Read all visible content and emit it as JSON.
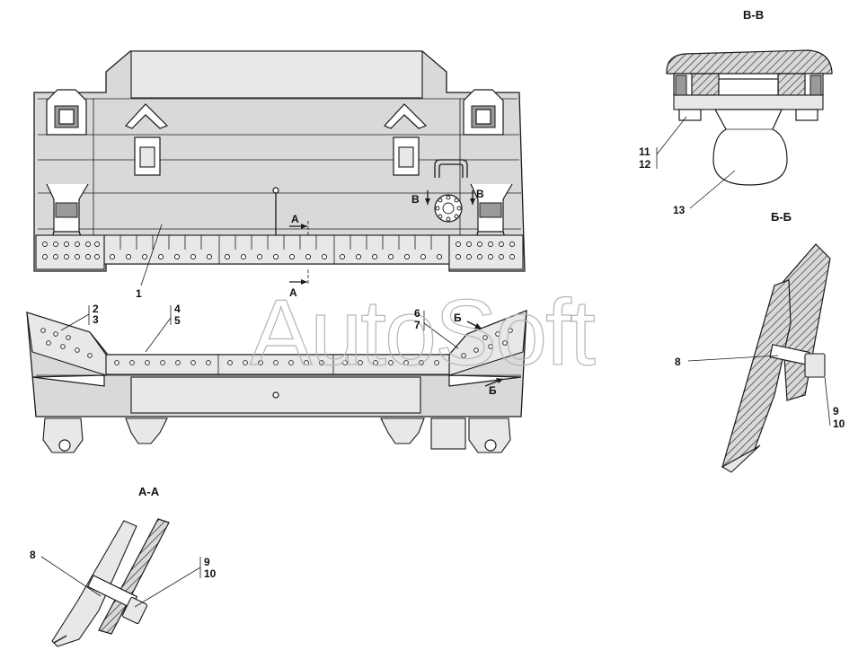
{
  "watermark": "AutoSoft",
  "sections": {
    "vv": "В-В",
    "bb": "Б-Б",
    "aa": "А-А"
  },
  "markers": {
    "a": "А",
    "b": "Б",
    "v": "В"
  },
  "callouts": {
    "c1": "1",
    "c2": "2",
    "c3": "3",
    "c4": "4",
    "c5": "5",
    "c6": "6",
    "c7": "7",
    "c8": "8",
    "c9": "9",
    "c10": "10",
    "c11": "11",
    "c12": "12",
    "c13": "13"
  },
  "colors": {
    "line": "#1a1a1a",
    "fill": "#d9d9d9",
    "watermark": "#b5b5b5"
  }
}
